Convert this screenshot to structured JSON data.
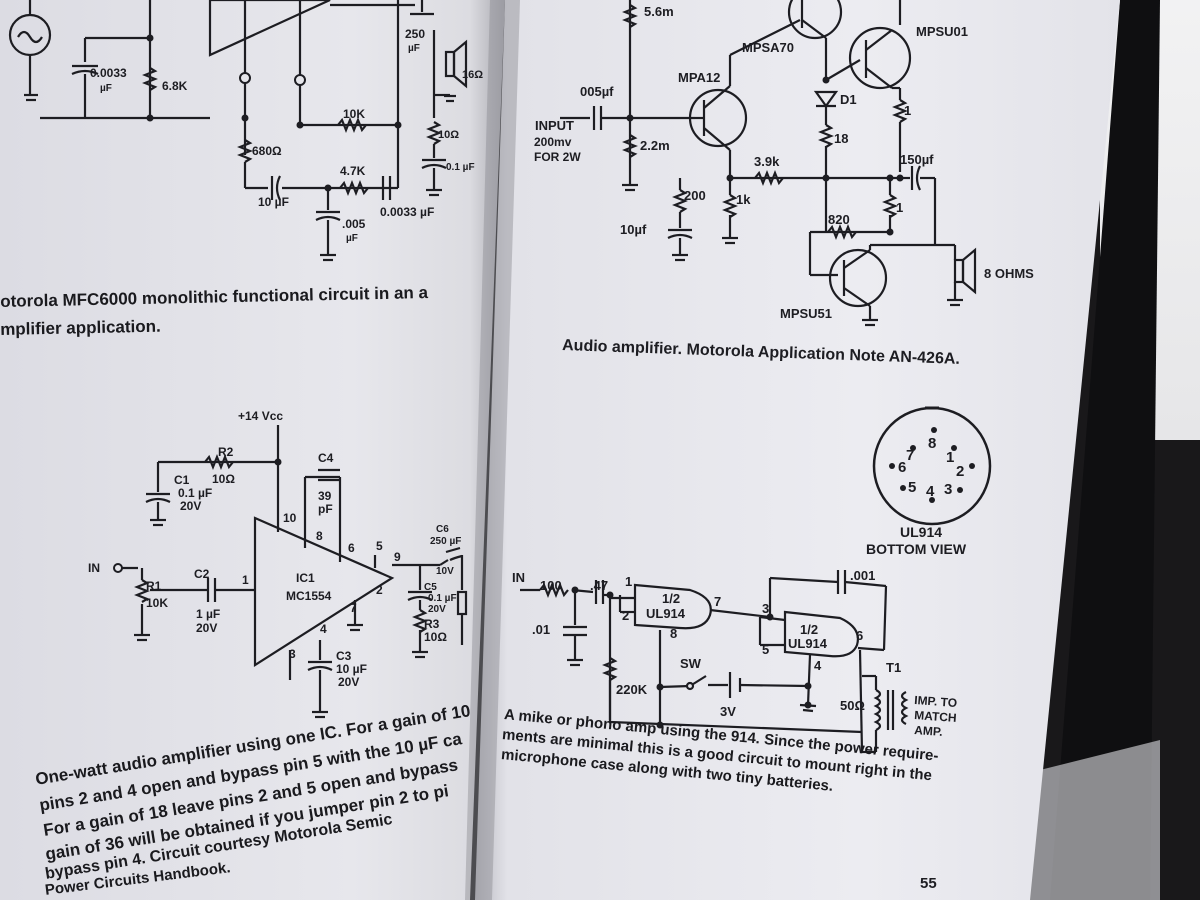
{
  "left_page": {
    "caption_mfc6000": [
      "otorola MFC6000 monolithic functional circuit in an a",
      "mplifier application."
    ],
    "caption_one_watt": [
      "One-watt audio amplifier using one IC. For a gain of 10",
      "pins 2 and 4 open and bypass pin 5 with the 10 µF ca",
      "For a gain of 18 leave pins 2 and 5 open and bypass",
      "gain of 36 will be obtained if you jumper pin 2 to pi",
      "bypass pin 4. Circuit courtesy Motorola Semic",
      "Power Circuits Handbook."
    ],
    "top_schematic_labels": {
      "c_0033": "0.0033",
      "uf_1": "µF",
      "r_6k8": "6.8K",
      "c_250": "250",
      "uf_2": "µF",
      "spk_16": "16Ω",
      "r_10k": "10K",
      "r_680": "680Ω",
      "r_10ohm": "10Ω",
      "c_01": "0.1 µF",
      "r_47k": "4.7K",
      "c_10uf": "10 µF",
      "c_00033b": "0.0033 µF",
      "c_005": ".005",
      "uf_3": "µF"
    },
    "mc1554_labels": {
      "vcc": "+14 Vcc",
      "r2": "R2",
      "r2_val": "10Ω",
      "c1": "C1",
      "c1_val": "0.1 µF",
      "c1_v": "20V",
      "c4": "C4",
      "c4_val": "39",
      "c4_unit": "pF",
      "pin10": "10",
      "pin8": "8",
      "pin6": "6",
      "pin5": "5",
      "pin9": "9",
      "pin1": "1",
      "pin2": "2",
      "pin7": "7",
      "pin4": "4",
      "pin3": "3",
      "ic_name": "IC1",
      "ic_part": "MC1554",
      "in": "IN",
      "r1": "R1",
      "r1_val": "10K",
      "c2": "C2",
      "c2_val": "1 µF",
      "c2_v": "20V",
      "c6": "C6",
      "c6_val": "250 µF",
      "c6_v": "10V",
      "c5": "C5",
      "c5_val": "0.1 µF",
      "c5_v": "20V",
      "r3": "R3",
      "r3_val": "10Ω",
      "c3": "C3",
      "c3_val": "10 µF",
      "c3_v": "20V"
    }
  },
  "right_page": {
    "caption_audio_amp": "Audio amplifier. Motorola Application Note AN-426A.",
    "amp_labels": {
      "r_56m": "5.6m",
      "mpsa70": "MPSA70",
      "mpsu01": "MPSU01",
      "mpa12": "MPA12",
      "c_005": "005µf",
      "d1": "D1",
      "input": "INPUT",
      "input_lvl": "200mv",
      "input_pwr": "FOR 2W",
      "r_22m": "2.2m",
      "r_18": "18",
      "r_1a": "1",
      "r_39k": "3.9k",
      "c_150": "150µf",
      "r_200": "200",
      "r_1k": "1k",
      "r_1b": "1",
      "c_10": "10µf",
      "r_820": "820",
      "spk": "8 OHMS",
      "mpsu51": "MPSU51"
    },
    "pinout": {
      "pins": [
        "8",
        "7",
        "1",
        "6",
        "2",
        "5",
        "4",
        "3"
      ],
      "title": "UL914",
      "subtitle": "BOTTOM VIEW"
    },
    "mike_labels": {
      "in": "IN",
      "r_100": "100",
      "c_47": ".47",
      "c_01": ".01",
      "pin1": "1",
      "pin2": "2",
      "g1a": "1/2",
      "g1b": "UL914",
      "pin8": "8",
      "pin7": "7",
      "pin3": "3",
      "pin5": "5",
      "g2a": "1/2",
      "g2b": "UL914",
      "pin4": "4",
      "pin6": "6",
      "c_001": ".001",
      "r_220k": "220K",
      "sw": "SW",
      "batt": "3V",
      "t1": "T1",
      "ohm50": "50Ω",
      "imp1": "IMP. TO",
      "imp2": "MATCH",
      "imp3": "AMP."
    },
    "caption_mike": [
      "A mike or phono amp using the 914. Since the power require-",
      "ments are minimal this is a good circuit to mount right in the",
      "microphone case along with two tiny batteries."
    ],
    "page_number": "55"
  }
}
